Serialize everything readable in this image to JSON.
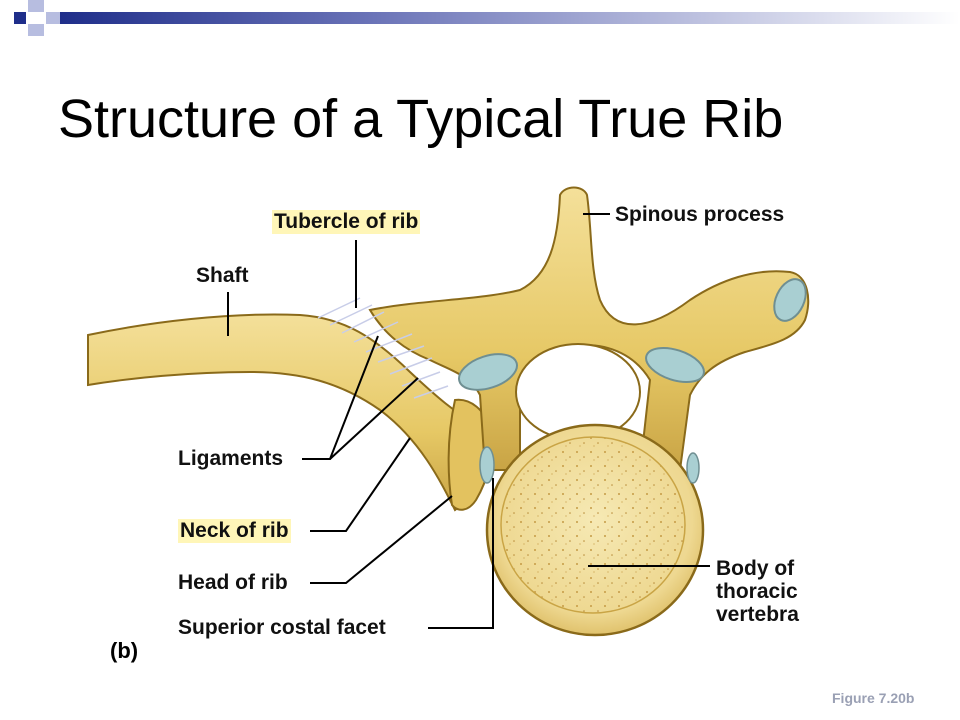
{
  "slide": {
    "title": "Structure of a Typical True Rib",
    "panel_letter": "(b)",
    "figure_ref": "Figure 7.20b"
  },
  "labels": {
    "tubercle": "Tubercle of rib",
    "shaft": "Shaft",
    "spinous": "Spinous process",
    "ligaments": "Ligaments",
    "neck": "Neck of rib",
    "head": "Head of rib",
    "facet": "Superior costal facet",
    "body": "Body of thoracic vertebra"
  },
  "colors": {
    "accent_navy": "#1f2e8a",
    "accent_light": "#b7bde0",
    "bone_fill": "#e9cf73",
    "bone_stroke": "#8a6a1a",
    "cartilage": "#a9cfd2",
    "label_highlight": "#fff6b8"
  }
}
